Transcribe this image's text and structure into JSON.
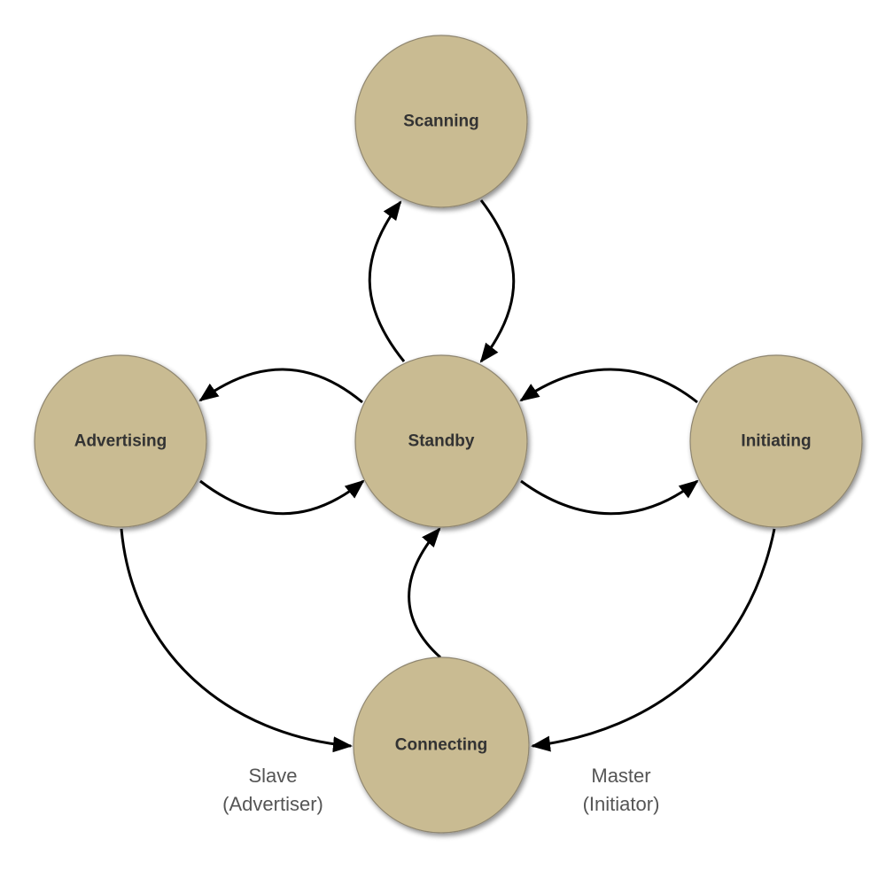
{
  "diagram": {
    "type": "state-diagram",
    "node_fill": "#c9bb92",
    "edge_color": "#000000",
    "nodes": [
      {
        "id": "scanning",
        "label": "Scanning"
      },
      {
        "id": "advertising",
        "label": "Advertising"
      },
      {
        "id": "standby",
        "label": "Standby"
      },
      {
        "id": "initiating",
        "label": "Initiating"
      },
      {
        "id": "connecting",
        "label": "Connecting"
      }
    ],
    "edges": [
      {
        "from": "standby",
        "to": "scanning"
      },
      {
        "from": "scanning",
        "to": "standby"
      },
      {
        "from": "standby",
        "to": "advertising"
      },
      {
        "from": "advertising",
        "to": "standby"
      },
      {
        "from": "initiating",
        "to": "standby"
      },
      {
        "from": "standby",
        "to": "initiating"
      },
      {
        "from": "advertising",
        "to": "connecting"
      },
      {
        "from": "initiating",
        "to": "connecting"
      },
      {
        "from": "connecting",
        "to": "standby"
      }
    ],
    "annotations": {
      "slave": {
        "line1": "Slave",
        "line2": "(Advertiser)"
      },
      "master": {
        "line1": "Master",
        "line2": "(Initiator)"
      }
    }
  }
}
